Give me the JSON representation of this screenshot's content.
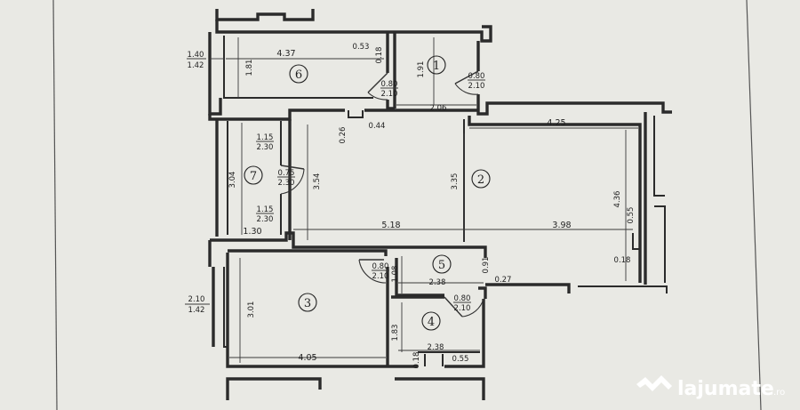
{
  "rooms": [
    {
      "id": "1",
      "label": "1"
    },
    {
      "id": "2",
      "label": "2"
    },
    {
      "id": "3",
      "label": "3"
    },
    {
      "id": "4",
      "label": "4"
    },
    {
      "id": "5",
      "label": "5"
    },
    {
      "id": "6",
      "label": "6"
    },
    {
      "id": "7",
      "label": "7"
    }
  ],
  "dimensions": {
    "room6_width": "4.37",
    "room6_height": "1.81",
    "room6_niche": "0.53",
    "room6_niche_depth": "0.18",
    "room1_height": "1.91",
    "corridor_top": "2.06",
    "stub_width": "0.44",
    "stub_depth": "0.26",
    "room2_top_width": "4.25",
    "room2_height": "3.35",
    "room2_right_height": "4.36",
    "right_niche": "0.55",
    "right_niche_depth": "0.18",
    "room2_bottom_left": "5.18",
    "room2_bottom_right": "3.98",
    "room7_height": "3.04",
    "room7_width": "1.30",
    "passage_height": "3.54",
    "room3_height": "3.01",
    "room3_width": "4.05",
    "room5_height": "1.08",
    "room5_width": "2.38",
    "room5_right": "0.91",
    "room5_offset": "0.27",
    "room4_height": "1.83",
    "room4_width": "2.38",
    "room4_niche_depth": "0.18",
    "room4_niche": "0.55"
  },
  "openings": {
    "window_top_left_upper": "1.40",
    "window_top_left_lower": "1.42",
    "window_bottom_left_upper": "2.10",
    "window_bottom_left_lower": "1.42",
    "door_room6_upper": "0.80",
    "door_room6_lower": "2.10",
    "door_room1_upper": "0.80",
    "door_room1_lower": "2.10",
    "room7_top_upper": "1.15",
    "room7_top_lower": "2.30",
    "room7_door_upper": "0.75",
    "room7_door_lower": "2.30",
    "room7_bottom_upper": "1.15",
    "room7_bottom_lower": "2.30",
    "door_room5_upper": "0.80",
    "door_room5_lower": "2.10",
    "door_room4_upper": "0.80",
    "door_room4_lower": "2.10"
  },
  "watermark": {
    "brand": "lajumate",
    "tld": ".ro",
    "icon": "lajumate-logo-icon",
    "color": "#ffffff"
  },
  "colors": {
    "paper": "#e9e9e4",
    "ink": "#2b2b2b"
  }
}
